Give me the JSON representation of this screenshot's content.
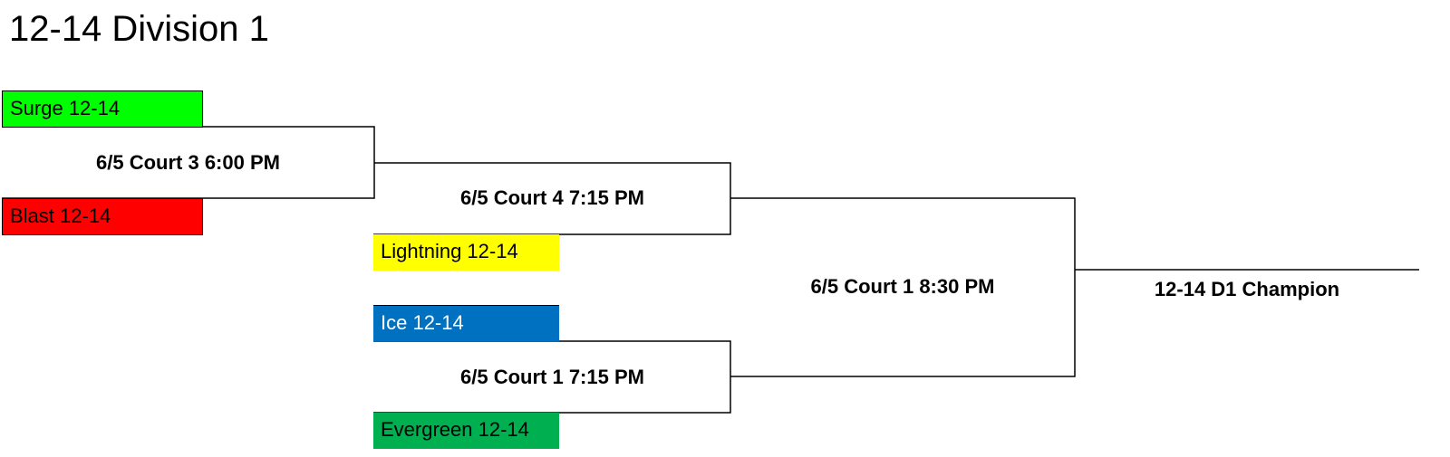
{
  "title": "12-14 Division 1",
  "teams": {
    "surge": {
      "label": "Surge 12-14",
      "color": "#00ff00",
      "text_color": "#000000"
    },
    "blast": {
      "label": "Blast 12-14",
      "color": "#ff0000",
      "text_color": "#000000"
    },
    "lightning": {
      "label": "Lightning 12-14",
      "color": "#ffff00",
      "text_color": "#000000"
    },
    "ice": {
      "label": "Ice 12-14",
      "color": "#0070c0",
      "text_color": "#ffffff"
    },
    "evergreen": {
      "label": "Evergreen 12-14",
      "color": "#00b050",
      "text_color": "#000000"
    }
  },
  "games": {
    "g1": "6/5 Court 3 6:00 PM",
    "g2": "6/5 Court 4 7:15 PM",
    "g3": "6/5 Court 1 7:15 PM",
    "g4": "6/5 Court 1 8:30 PM"
  },
  "champion": "12-14 D1 Champion"
}
